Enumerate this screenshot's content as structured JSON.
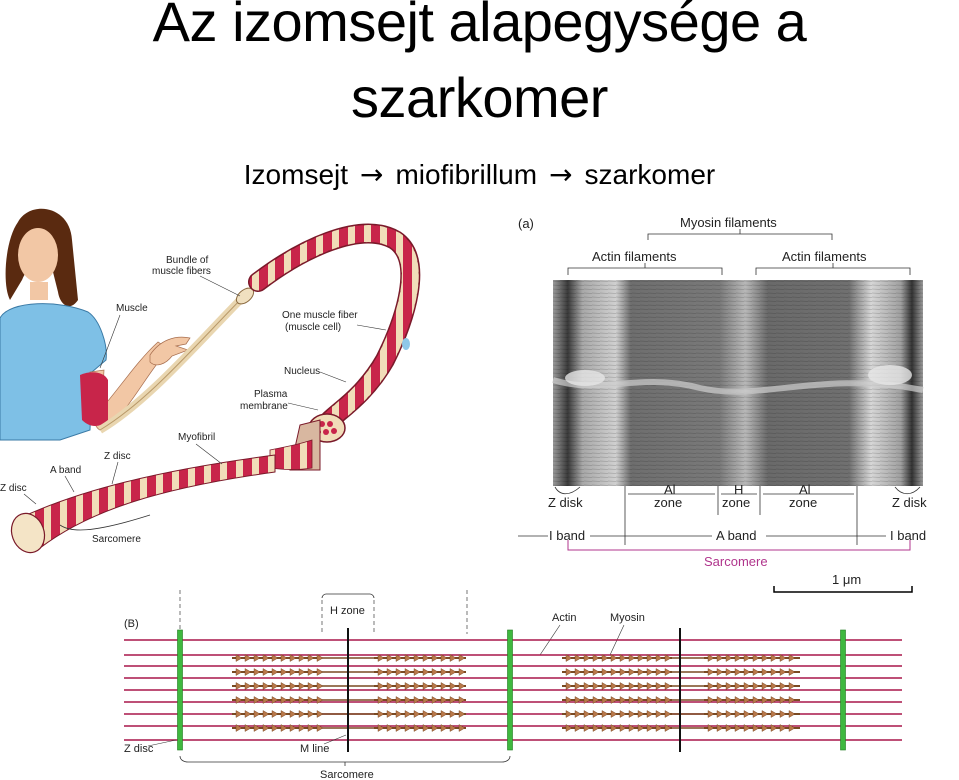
{
  "title": {
    "line1": "Az izomsejt alapegysége a",
    "line2": "szarkomer"
  },
  "subtitle": {
    "item1": "Izomsejt",
    "arrow": "→",
    "item2": "miofibrillum",
    "item3": "szarkomer"
  },
  "panel_left": {
    "labels": {
      "bundle": [
        "Bundle of",
        "muscle fibers"
      ],
      "muscle": "Muscle",
      "fiber": [
        "One muscle fiber",
        "(muscle cell)"
      ],
      "nucleus": "Nucleus",
      "plasma": [
        "Plasma",
        "membrane"
      ],
      "myofibril": "Myofibril",
      "zdisc_top": "Z disc",
      "aband": "A band",
      "zdisc_left": "Z disc",
      "sarcomere": "Sarcomere"
    }
  },
  "panel_a": {
    "tag": "(a)",
    "myosin": "Myosin filaments",
    "actin_left": "Actin filaments",
    "actin_right": "Actin filaments",
    "zdisk_left": "Z disk",
    "al_left": [
      "Al",
      "zone"
    ],
    "h": [
      "H",
      "zone"
    ],
    "al_right": [
      "Al",
      "zone"
    ],
    "zdisk_right": "Z disk",
    "iband_left": "I band",
    "aband": "A band",
    "iband_right": "I band",
    "sarcomere": "Sarcomere",
    "scale": "1 μm"
  },
  "panel_b": {
    "tag": "(B)",
    "hzone": "H zone",
    "actin": "Actin",
    "myosin": "Myosin",
    "zdisc": "Z disc",
    "mline": "M line",
    "sarcomere": "Sarcomere"
  },
  "colors": {
    "actin_line": "#a8174a",
    "myosin": "#b9794a",
    "zdisc": "#3fb83f",
    "muscle_red": "#c8254a",
    "muscle_cream": "#f1ddb9",
    "skin": "#f2c7a5",
    "shirt": "#7ec0e6",
    "hair": "#5a2a10",
    "sarcomere_label": "#b0358c"
  }
}
